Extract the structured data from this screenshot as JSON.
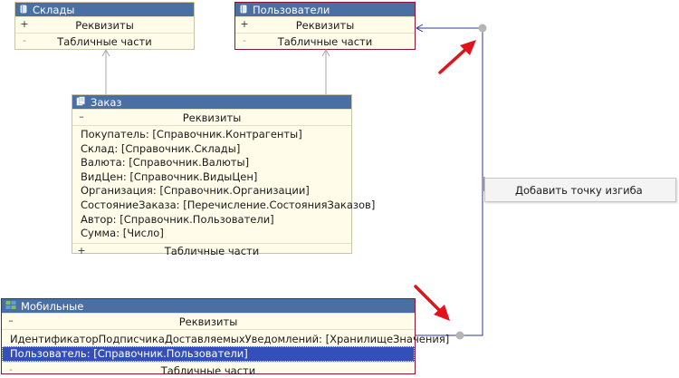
{
  "nodes": {
    "sklady": {
      "title": "Склады",
      "sections": [
        {
          "toggle": "+",
          "label": "Реквизиты"
        },
        {
          "toggle": "-",
          "label": "Табличные части"
        }
      ]
    },
    "polzovateli": {
      "title": "Пользователи",
      "sections": [
        {
          "toggle": "+",
          "label": "Реквизиты"
        },
        {
          "toggle": "-",
          "label": "Табличные части"
        }
      ]
    },
    "zakaz": {
      "title": "Заказ",
      "rekv_toggle": "–",
      "rekv_label": "Реквизиты",
      "attrs": [
        "Покупатель: [Справочник.Контрагенты]",
        "Склад: [Справочник.Склады]",
        "Валюта: [Справочник.Валюты]",
        "ВидЦен: [Справочник.ВидыЦен]",
        "Организация: [Справочник.Организации]",
        "СостояниеЗаказа: [Перечисление.СостоянияЗаказов]",
        "Автор: [Справочник.Пользователи]",
        "Сумма: [Число]"
      ],
      "tab_toggle": "+",
      "tab_label": "Табличные части"
    },
    "mobilnye": {
      "title": "Мобильные",
      "rekv_toggle": "–",
      "rekv_label": "Реквизиты",
      "attrs": [
        "ИдентификаторПодписчикаДоставляемыхУведомлений: [ХранилищеЗначения]",
        "Пользователь: [Справочник.Пользователи]"
      ],
      "tab_toggle": "-",
      "tab_label": "Табличные части"
    }
  },
  "context_menu": {
    "item": "Добавить точку изгиба"
  },
  "colors": {
    "header": "#4a6fa3",
    "node_bg": "#fffdea",
    "selected_border": "#8a1538",
    "selected_row": "#3450b8",
    "connector": "#2b3a8c",
    "arrow_annotation": "#e0141c"
  },
  "icons": {
    "catalog": "catalog-icon",
    "document": "document-icon",
    "register": "info-register-icon",
    "cursor": "mouse-cursor-icon",
    "annotation": "red-arrow-icon"
  }
}
